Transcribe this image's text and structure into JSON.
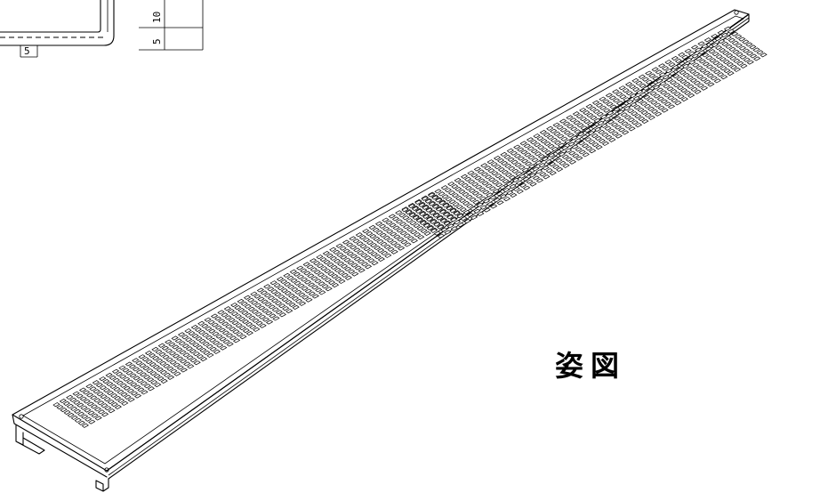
{
  "detail_left": {
    "dim_bottom": "5"
  },
  "detail_right": {
    "dim_upper": "10",
    "dim_lower": "5"
  },
  "caption": "姿図",
  "colors": {
    "line": "#000000",
    "background": "#ffffff"
  }
}
